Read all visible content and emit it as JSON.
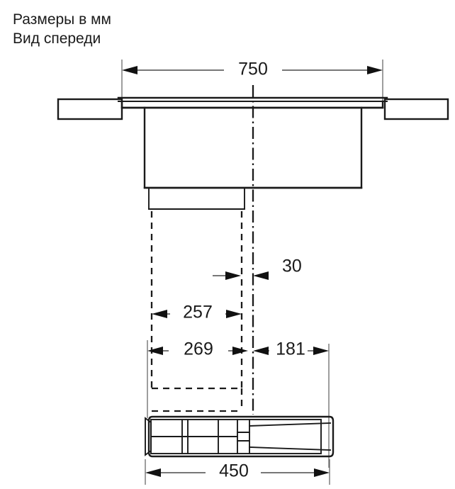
{
  "caption": {
    "line1": "Размеры в мм",
    "line2": "Вид спереди"
  },
  "colors": {
    "ink": "#1a1a1a",
    "dimension_line": "#4a4a4a",
    "extension_line": "#6a6a6a",
    "background": "#ffffff"
  },
  "dimensions": {
    "width_total": "750",
    "offset_center": "30",
    "inner_left": "257",
    "left_span": "269",
    "right_span": "181",
    "fan_length": "450"
  },
  "chart_data": {
    "type": "diagram",
    "title": "Размеры в мм",
    "subtitle": "Вид спереди",
    "units": "mm",
    "view": "front",
    "annotations": [
      {
        "label": "750",
        "value": 750,
        "span": "overall cooktop width",
        "orientation": "horizontal",
        "position": "top"
      },
      {
        "label": "30",
        "value": 30,
        "span": "offset from duct edge to centerline",
        "orientation": "horizontal",
        "position": "middle"
      },
      {
        "label": "257",
        "value": 257,
        "span": "left dashed edge to right dashed edge",
        "orientation": "horizontal",
        "position": "middle"
      },
      {
        "label": "269",
        "value": 269,
        "span": "left extension to centerline-left",
        "orientation": "horizontal",
        "position": "middle-lower"
      },
      {
        "label": "181",
        "value": 181,
        "span": "centerline to right extension",
        "orientation": "horizontal",
        "position": "middle-lower"
      },
      {
        "label": "450",
        "value": 450,
        "span": "blower unit overall length",
        "orientation": "horizontal",
        "position": "bottom"
      }
    ]
  }
}
